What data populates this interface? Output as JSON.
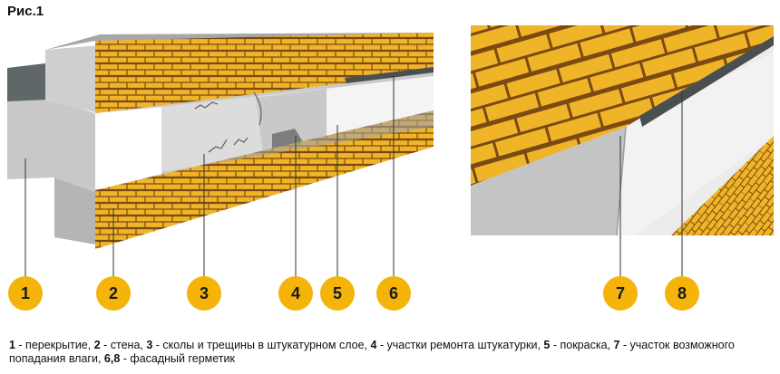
{
  "figure": {
    "title": "Рис.1"
  },
  "markers": [
    "1",
    "2",
    "3",
    "4",
    "5",
    "6",
    "7",
    "8"
  ],
  "legend": [
    {
      "num": "1",
      "text": " - перекрытие, "
    },
    {
      "num": "2",
      "text": " - стена, "
    },
    {
      "num": "3",
      "text": " - сколы и трещины в штукатурном слое, "
    },
    {
      "num": "4",
      "text": " - участки ремонта штукатурки,  "
    },
    {
      "num": "5",
      "text": " - покраска, "
    },
    {
      "num": "7",
      "text": " - участок возможного попадания влаги, "
    },
    {
      "num": "6,8",
      "text": " - фасадный герметик"
    }
  ],
  "colors": {
    "brick": "#f0b428",
    "mortar": "#7a4a12",
    "concrete_light": "#d9d9d9",
    "concrete_mid": "#bdbdbd",
    "concrete_dark": "#5f6769",
    "plaster": "#e2e2e2",
    "paint": "#f4f4f4",
    "sealant": "#4a4f52",
    "marker": "#f5b40a"
  }
}
